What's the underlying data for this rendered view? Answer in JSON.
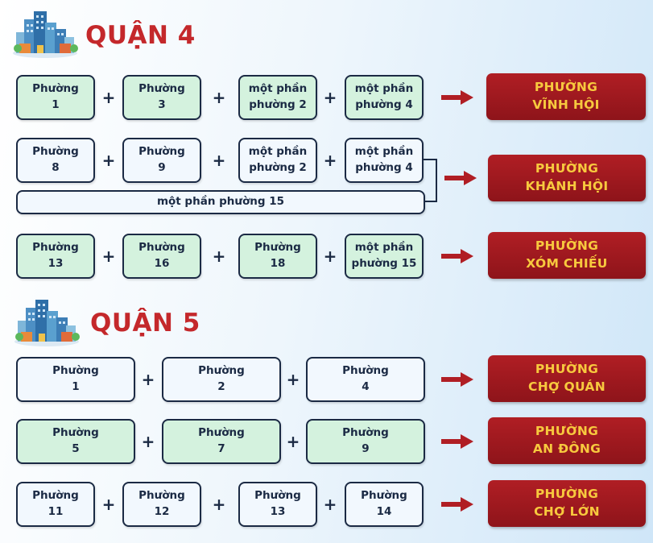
{
  "districts": [
    {
      "title": "QUẬN 4",
      "icon": "city-buildings-icon",
      "groups": [
        {
          "wards": [
            {
              "label": "Phường\n1",
              "highlight": true
            },
            {
              "label": "Phường\n3",
              "highlight": true
            },
            {
              "label": "một phần\nphường 2",
              "highlight": true
            },
            {
              "label": "một phần\nphường 4",
              "highlight": true
            }
          ],
          "result": "PHƯỜNG\nVĨNH HỘI"
        },
        {
          "wards": [
            {
              "label": "Phường\n8",
              "highlight": false
            },
            {
              "label": "Phường\n9",
              "highlight": false
            },
            {
              "label": "một phần\nphường 2",
              "highlight": false
            },
            {
              "label": "một phần\nphường 4",
              "highlight": false
            }
          ],
          "extra": "một phần phường 15",
          "result": "PHƯỜNG\nKHÁNH HỘI"
        },
        {
          "wards": [
            {
              "label": "Phường\n13",
              "highlight": true
            },
            {
              "label": "Phường\n16",
              "highlight": true
            },
            {
              "label": "Phường\n18",
              "highlight": true
            },
            {
              "label": "một phần\nphường 15",
              "highlight": true
            }
          ],
          "result": "PHƯỜNG\nXÓM CHIẾU"
        }
      ]
    },
    {
      "title": "QUẬN 5",
      "icon": "city-buildings-icon",
      "groups": [
        {
          "wards": [
            {
              "label": "Phường\n1",
              "highlight": false
            },
            {
              "label": "Phường\n2",
              "highlight": false
            },
            {
              "label": "Phường\n4",
              "highlight": false
            }
          ],
          "result": "PHƯỜNG\nCHỢ QUÁN"
        },
        {
          "wards": [
            {
              "label": "Phường\n5",
              "highlight": true
            },
            {
              "label": "Phường\n7",
              "highlight": true
            },
            {
              "label": "Phường\n9",
              "highlight": true
            }
          ],
          "result": "PHƯỜNG\nAN ĐÔNG"
        },
        {
          "wards": [
            {
              "label": "Phường\n11",
              "highlight": false
            },
            {
              "label": "Phường\n12",
              "highlight": false
            },
            {
              "label": "Phường\n13",
              "highlight": false
            },
            {
              "label": "Phường\n14",
              "highlight": false
            }
          ],
          "result": "PHƯỜNG\nCHỢ LỚN"
        }
      ]
    }
  ],
  "operator": "+",
  "colors": {
    "heading": "#c4282b",
    "ward_highlight": "#d4f2de",
    "ward_plain": "#f2f8fe",
    "border": "#1b2a44",
    "result_bg": "#a0191f",
    "result_text": "#f7c93e",
    "arrow": "#b01e24"
  }
}
